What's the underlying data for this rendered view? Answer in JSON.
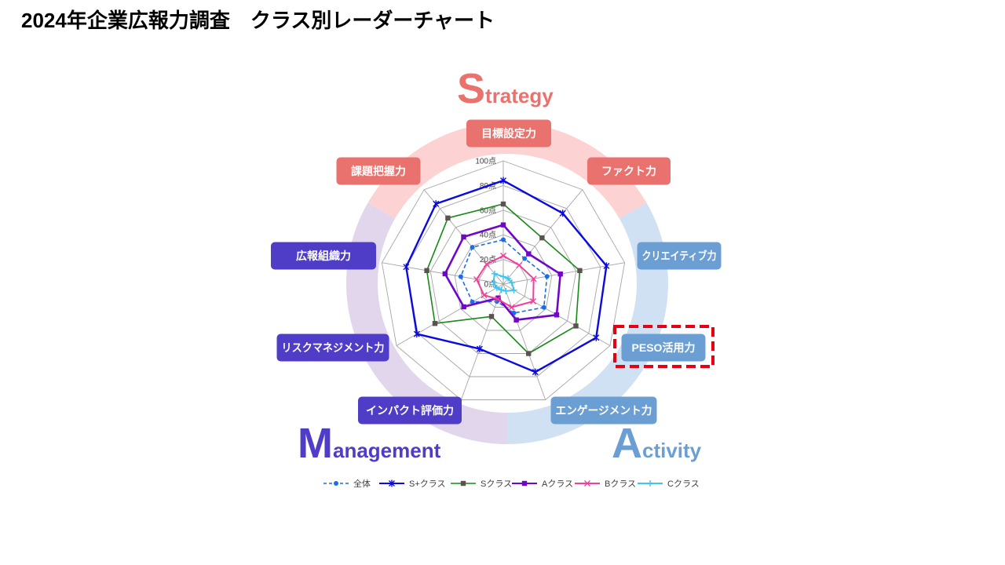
{
  "title": "2024年企業広報力調査　クラス別レーダーチャート",
  "groups": {
    "strategy": {
      "word": "Strategy",
      "color": "#e9726f",
      "ring_color": "#fdd2d2"
    },
    "activity": {
      "word": "Activity",
      "color": "#6b9fd3",
      "ring_color": "#cfe1f2"
    },
    "management": {
      "word": "Management",
      "color": "#4f3cc7",
      "ring_color": "#e2d6ec"
    }
  },
  "colors": {
    "highlight": "#e60012",
    "grid": "#a6a6a6",
    "text": "#404040"
  },
  "chart_data": {
    "type": "radar",
    "categories": [
      "目標設定力",
      "ファクト力",
      "クリエイティブ力",
      "PESO活用力",
      "エンゲージメント力",
      "インパクト評価力",
      "リスクマネジメント力",
      "広報組織力",
      "課題把握力"
    ],
    "category_colors": [
      "#e9726f",
      "#e9726f",
      "#6b9fd3",
      "#6b9fd3",
      "#6b9fd3",
      "#4f3cc7",
      "#4f3cc7",
      "#4f3cc7",
      "#e9726f"
    ],
    "r_range": [
      0,
      100
    ],
    "r_ticks": [
      0,
      20,
      40,
      60,
      80,
      100
    ],
    "r_tick_labels": [
      "0点",
      "20点",
      "40点",
      "60点",
      "80点",
      "100点"
    ],
    "grid": true,
    "legend": "bottom",
    "series": [
      {
        "name": "全体",
        "values": [
          36,
          27,
          36,
          38,
          25,
          15,
          29,
          35,
          39
        ],
        "color": "#1a6fe6",
        "line_style": "dashed",
        "marker": "circle"
      },
      {
        "name": "S+クラス",
        "values": [
          84,
          75,
          85,
          87,
          76,
          56,
          81,
          80,
          85
        ],
        "color": "#0a0ae0",
        "line_style": "solid",
        "marker": "star"
      },
      {
        "name": "Sクラス",
        "values": [
          65,
          49,
          63,
          68,
          60,
          28,
          64,
          63,
          70
        ],
        "color": "#178a17",
        "marker_color": "#5e5151",
        "line_style": "solid",
        "marker": "square"
      },
      {
        "name": "Aクラス",
        "values": [
          48,
          32,
          47,
          50,
          31,
          12,
          37,
          48,
          50
        ],
        "color": "#6f06c9",
        "line_style": "solid",
        "marker": "square"
      },
      {
        "name": "Bクラス",
        "values": [
          23,
          20,
          25,
          28,
          20,
          13,
          18,
          22,
          21
        ],
        "color": "#f2409a",
        "line_style": "solid",
        "marker": "x"
      },
      {
        "name": "Cクラス",
        "values": [
          6,
          6,
          7,
          10,
          6,
          5,
          6,
          8,
          11
        ],
        "color": "#3fc3ef",
        "line_style": "solid",
        "marker": "plus"
      }
    ]
  }
}
